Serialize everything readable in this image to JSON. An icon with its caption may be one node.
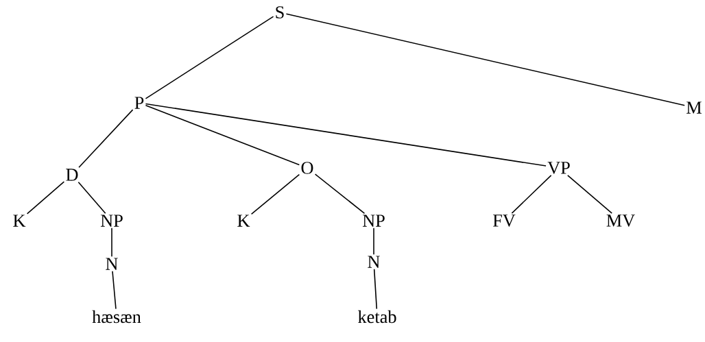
{
  "diagram": {
    "nodes": [
      {
        "text": [
          "S"
        ]
      },
      {
        "text": [
          "P"
        ]
      },
      {
        "text": [
          "M"
        ]
      },
      {
        "text": [
          "D"
        ]
      },
      {
        "text": [
          "O"
        ]
      },
      {
        "text": [
          "VP"
        ]
      },
      {
        "text": [
          "K"
        ]
      },
      {
        "text": [
          "NP"
        ]
      },
      {
        "text": [
          "K"
        ]
      },
      {
        "text": [
          "NP"
        ]
      },
      {
        "text": [
          "FV"
        ]
      },
      {
        "text": [
          "MV"
        ]
      },
      {
        "text": [
          "N"
        ]
      },
      {
        "text": [
          "N"
        ]
      },
      {
        "text": [
          "hæsæn"
        ]
      },
      {
        "text": [
          "ketab"
        ]
      }
    ],
    "edges": [
      {
        "from": 0,
        "to": 1,
        "arrow": "none"
      },
      {
        "from": 0,
        "to": 2,
        "arrow": "none"
      },
      {
        "from": 1,
        "to": 3,
        "arrow": "none"
      },
      {
        "from": 1,
        "to": 4,
        "arrow": "none"
      },
      {
        "from": 1,
        "to": 5,
        "arrow": "none"
      },
      {
        "from": 3,
        "to": 6,
        "arrow": "none"
      },
      {
        "from": 3,
        "to": 7,
        "arrow": "none"
      },
      {
        "from": 4,
        "to": 8,
        "arrow": "none"
      },
      {
        "from": 4,
        "to": 9,
        "arrow": "none"
      },
      {
        "from": 5,
        "to": 10,
        "arrow": "none"
      },
      {
        "from": 5,
        "to": 11,
        "arrow": "none"
      },
      {
        "from": 7,
        "to": 12,
        "arrow": "none"
      },
      {
        "from": 9,
        "to": 13,
        "arrow": "none"
      },
      {
        "from": 12,
        "to": 14,
        "arrow": "none"
      },
      {
        "from": 13,
        "to": 15,
        "arrow": "none"
      }
    ]
  }
}
